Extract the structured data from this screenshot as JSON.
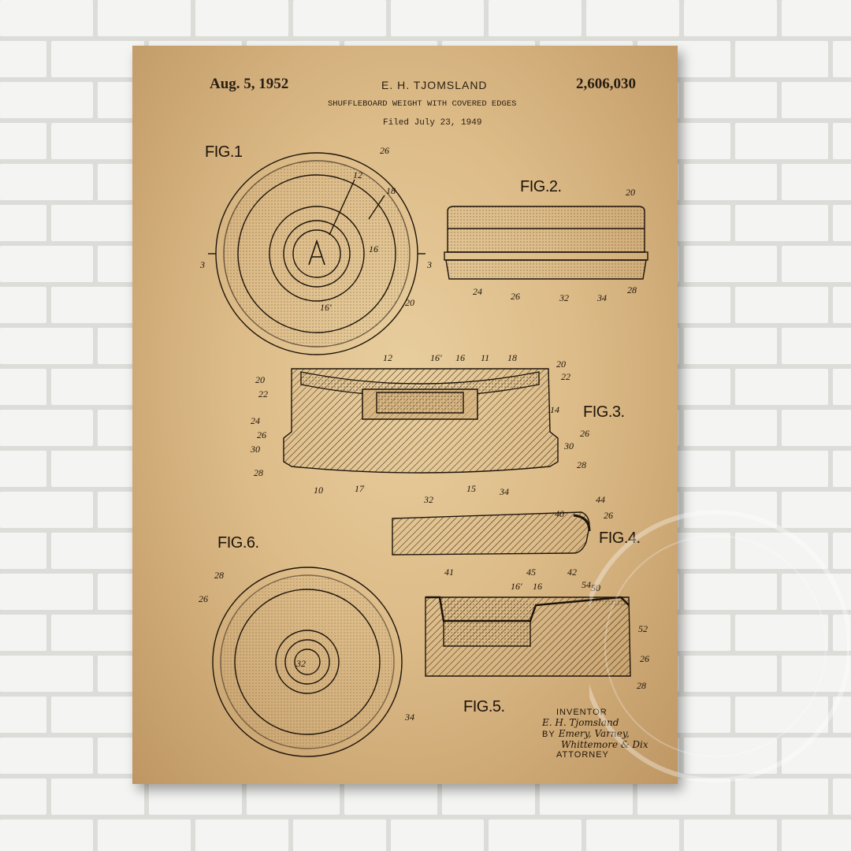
{
  "patent": {
    "date": "Aug. 5, 1952",
    "inventor_header": "E. H. TJOMSLAND",
    "number": "2,606,030",
    "title": "SHUFFLEBOARD WEIGHT WITH COVERED EDGES",
    "filed": "Filed July 23, 1949"
  },
  "figures": {
    "fig1": "FIG.1",
    "fig2": "FIG.2.",
    "fig3": "FIG.3.",
    "fig4": "FIG.4.",
    "fig5": "FIG.5.",
    "fig6": "FIG.6."
  },
  "signature": {
    "inventor_label": "INVENTOR",
    "inventor_sig": "E. H. Tjomsland",
    "by_label": "BY",
    "attorney_sig1": "Emery, Varney,",
    "attorney_sig2": "Whittemore & Dix",
    "attorney_label": "ATTORNEY"
  },
  "ref_numbers": {
    "fig1": [
      "26",
      "12",
      "18",
      "16",
      "16'",
      "20",
      "3",
      "3",
      "A"
    ],
    "fig2": [
      "20",
      "24",
      "26",
      "32",
      "34",
      "28"
    ],
    "fig3": [
      "12",
      "16'",
      "16",
      "11",
      "18",
      "20",
      "22",
      "20",
      "22",
      "24",
      "14",
      "26",
      "30",
      "28",
      "26",
      "30",
      "28",
      "10",
      "17",
      "32",
      "15",
      "34"
    ],
    "fig4": [
      "40",
      "44",
      "26",
      "41",
      "45",
      "42"
    ],
    "fig5": [
      "54",
      "16'",
      "16",
      "50",
      "52",
      "26",
      "28"
    ],
    "fig6": [
      "28",
      "26",
      "32",
      "34"
    ]
  },
  "colors": {
    "wall": "#e9e9e6",
    "paper": "#d9b783",
    "ink": "#1e140a"
  }
}
